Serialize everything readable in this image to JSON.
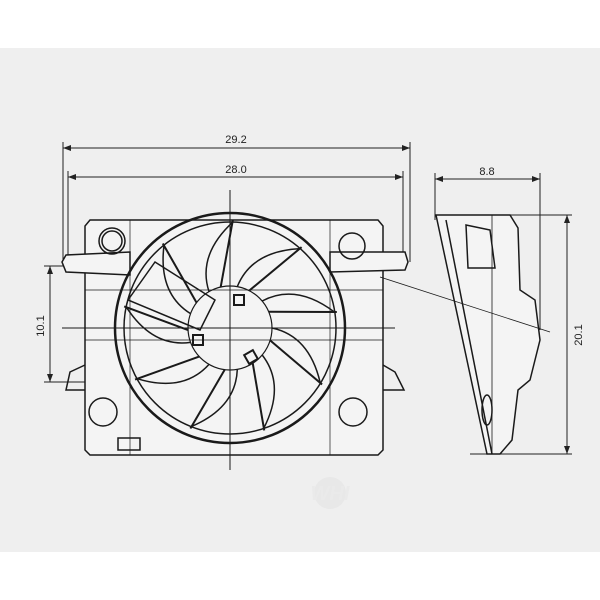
{
  "drawing": {
    "dimensions": {
      "overall_width": "29.2",
      "frame_width": "28.0",
      "depth": "8.8",
      "height": "20.1",
      "mount_height": "10.1"
    },
    "watermark": "WHI"
  },
  "colors": {
    "background": "#efefef",
    "line": "#1a1a1a"
  }
}
